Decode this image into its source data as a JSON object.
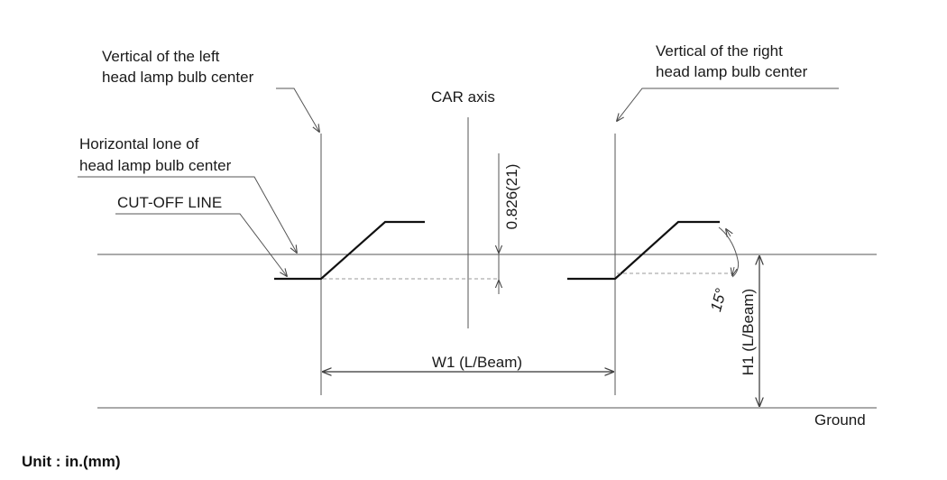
{
  "labels": {
    "left_vertical_line1": "Vertical of the left",
    "left_vertical_line2": "head lamp bulb center",
    "right_vertical_line1": "Vertical of the right",
    "right_vertical_line2": "head lamp bulb center",
    "car_axis": "CAR axis",
    "horizontal_line1": "Horizontal lone of",
    "horizontal_line2": "head lamp bulb center",
    "cutoff": "CUT-OFF LINE",
    "offset": "0.826(21)",
    "angle": "15°",
    "width": "W1 (L/Beam)",
    "height": "H1 (L/Beam)",
    "ground": "Ground",
    "unit": "Unit : in.(mm)"
  }
}
